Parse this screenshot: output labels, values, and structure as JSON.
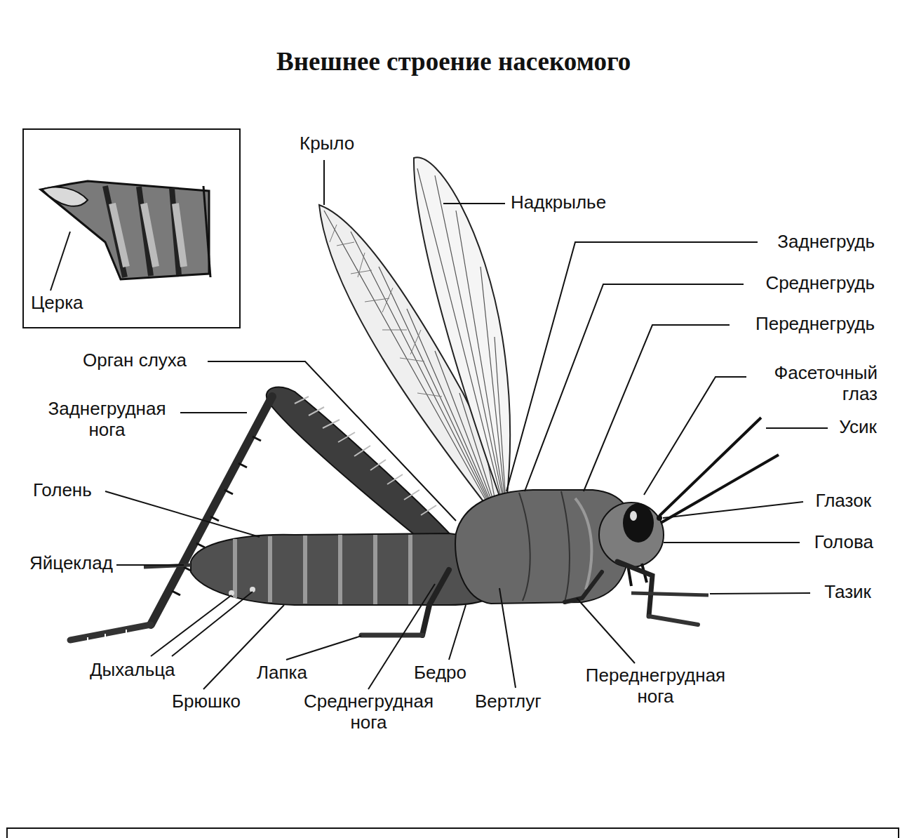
{
  "diagram": {
    "title": "Внешнее строение насекомого",
    "nodes": [
      {
        "text": [
          "Церка"
        ]
      }
    ],
    "labels": [
      "Крыло",
      "Надкрылье",
      "Заднегрудь",
      "Среднегрудь",
      "Переднегрудь",
      "Фасеточный глаз",
      "Орган слуха",
      "Усик",
      "Заднегрудная нога",
      "Голень",
      "Глазок",
      "Голова",
      "Яйцеклад",
      "Тазик",
      "Дыхальца",
      "Лапка",
      "Бедро",
      "Брюшко",
      "Среднегрудная нога",
      "Вертлуг",
      "Переднегрудная нога"
    ]
  }
}
